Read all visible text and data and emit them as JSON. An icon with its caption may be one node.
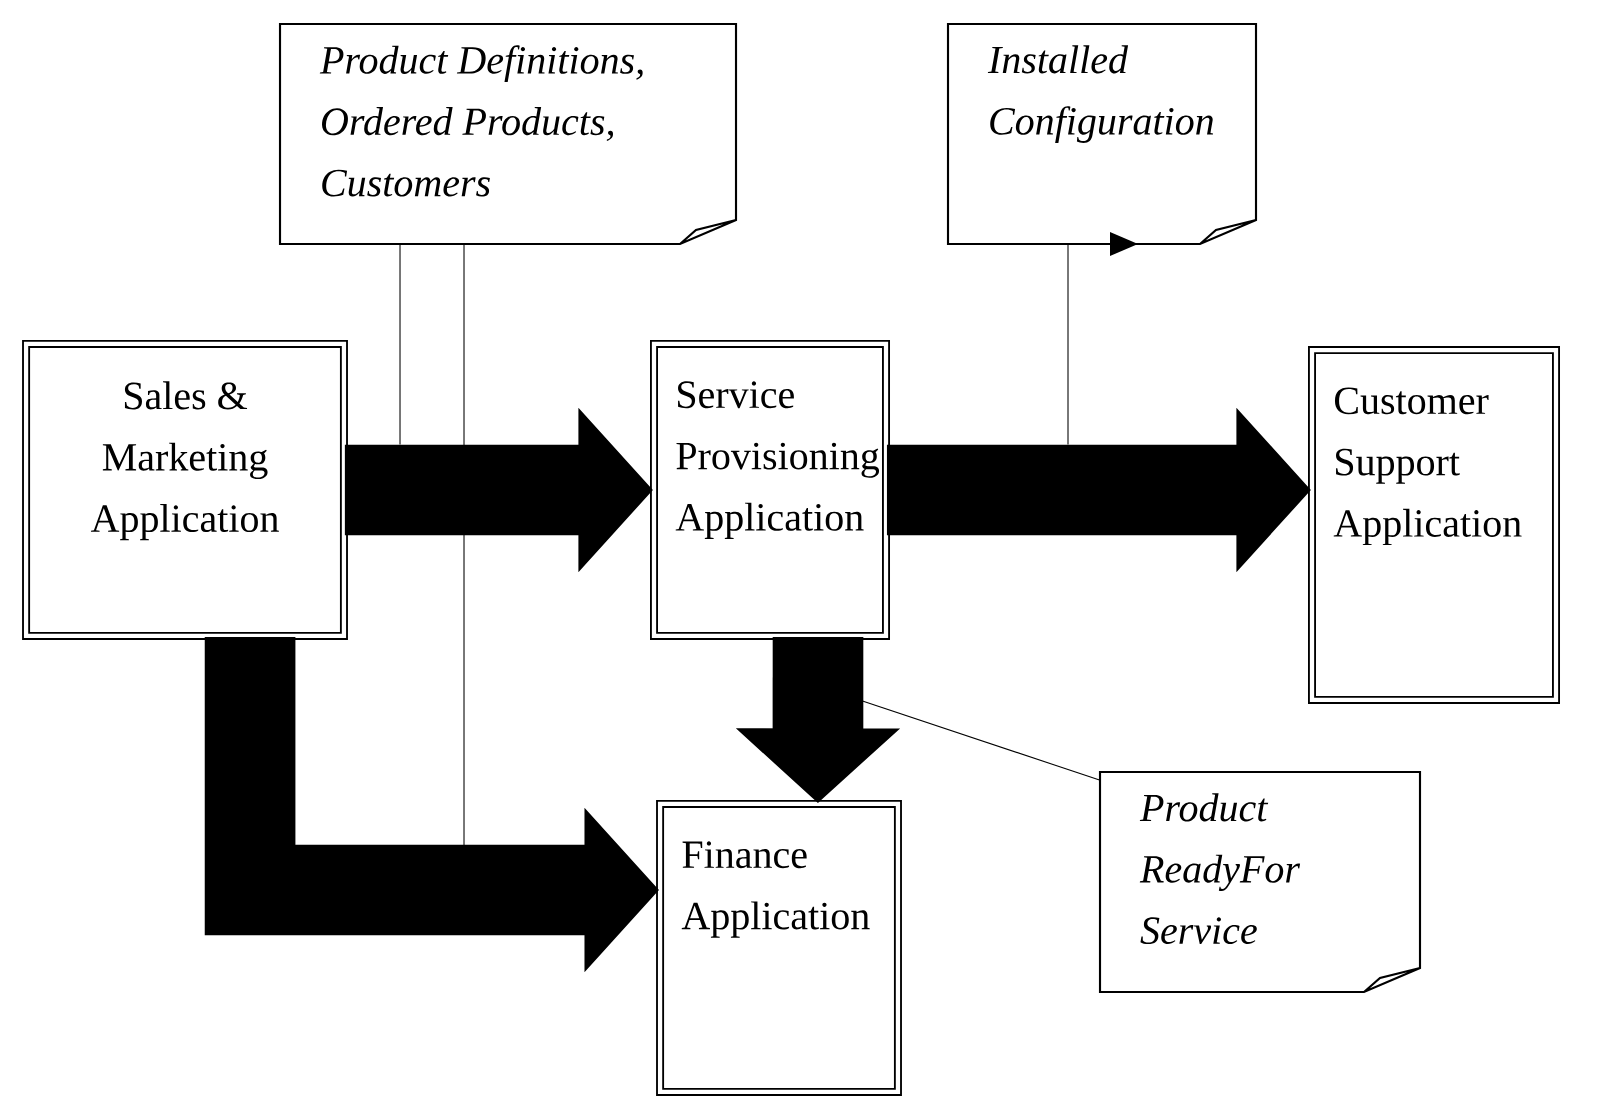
{
  "diagram": {
    "nodes": [
      {
        "text": [
          "Sales & Marketing Application"
        ]
      },
      {
        "text": [
          "Service Provisioning Application"
        ]
      },
      {
        "text": [
          "Customer Support Application"
        ]
      },
      {
        "text": [
          "Finance Application"
        ]
      },
      {
        "text": [
          "Product Definitions, Ordered Products, Customers"
        ]
      },
      {
        "text": [
          "Installed Configuration"
        ]
      },
      {
        "text": [
          "Product ReadyFor Service"
        ]
      }
    ],
    "edges": [
      {
        "from": 0,
        "to": 1,
        "arrow": "to",
        "style": "thick"
      },
      {
        "from": 1,
        "to": 2,
        "arrow": "to",
        "style": "thick"
      },
      {
        "from": 1,
        "to": 3,
        "arrow": "to",
        "style": "thick"
      },
      {
        "from": 0,
        "to": 3,
        "arrow": "to",
        "style": "thick"
      },
      {
        "from": 4,
        "to": null,
        "arrow": "none"
      },
      {
        "from": 4,
        "to": null,
        "arrow": "none"
      },
      {
        "from": 5,
        "to": null,
        "arrow": "none"
      },
      {
        "from": 6,
        "to": null,
        "arrow": "none"
      }
    ]
  }
}
